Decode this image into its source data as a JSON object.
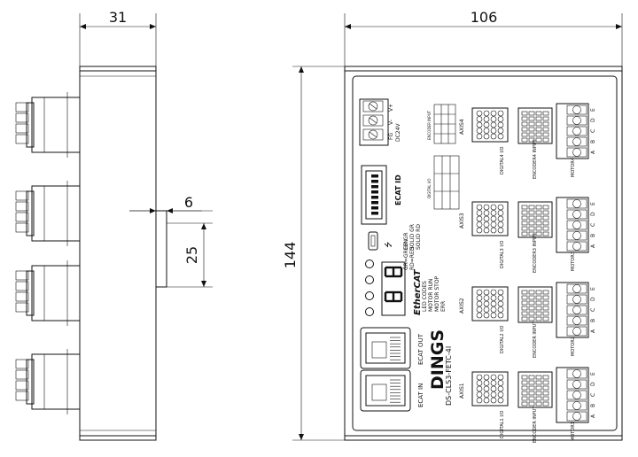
{
  "dimensions": {
    "width_side": "31",
    "width_front": "106",
    "height": "144",
    "rail_offset": "6",
    "rail_height": "25"
  },
  "power": {
    "pins": [
      "FG",
      "V-",
      "V+"
    ],
    "voltage": "DC24V"
  },
  "labels": {
    "encoder_input": "ENCODER INPUT",
    "digital_io": "DIGITAL I/O",
    "ecat_id": "ECAT ID",
    "usb_symbol": "⭍",
    "gr_green": "GR=GREEN",
    "rd_red": "RD=RED",
    "ethercat": "EtherCAT",
    "led_codes_title": "LED CODES",
    "led_codes": [
      "MOTOR RUN",
      "MOTOR STOP",
      "ERR"
    ],
    "led_states": [
      "GR  GR",
      "SOLID  GR",
      "SOLID  RD"
    ],
    "ecat_out": "ECAT OUT",
    "ecat_in": "ECAT IN",
    "brand": "DINGS",
    "model": "DS-CLS3-FETC-4I"
  },
  "axes": [
    {
      "axis": "AXIS4",
      "digital": "DIGITAL4 I/O",
      "encoder": "ENCODER4 INPUT",
      "motor": "MOTOR4"
    },
    {
      "axis": "AXIS3",
      "digital": "DIGITAL3 I/O",
      "encoder": "ENCODER3 INPUT",
      "motor": "MOTOR3"
    },
    {
      "axis": "AXIS2",
      "digital": "DIGITAL2 I/O",
      "encoder": "ENCODER INPUT",
      "motor": "MOTOR2"
    },
    {
      "axis": "AXIS1",
      "digital": "DIGITAL1 I/O",
      "encoder": "ENCODER INPUT",
      "motor": "MOTOR1"
    }
  ],
  "motor_pins": [
    "A",
    "B",
    "C",
    "D",
    "E"
  ]
}
